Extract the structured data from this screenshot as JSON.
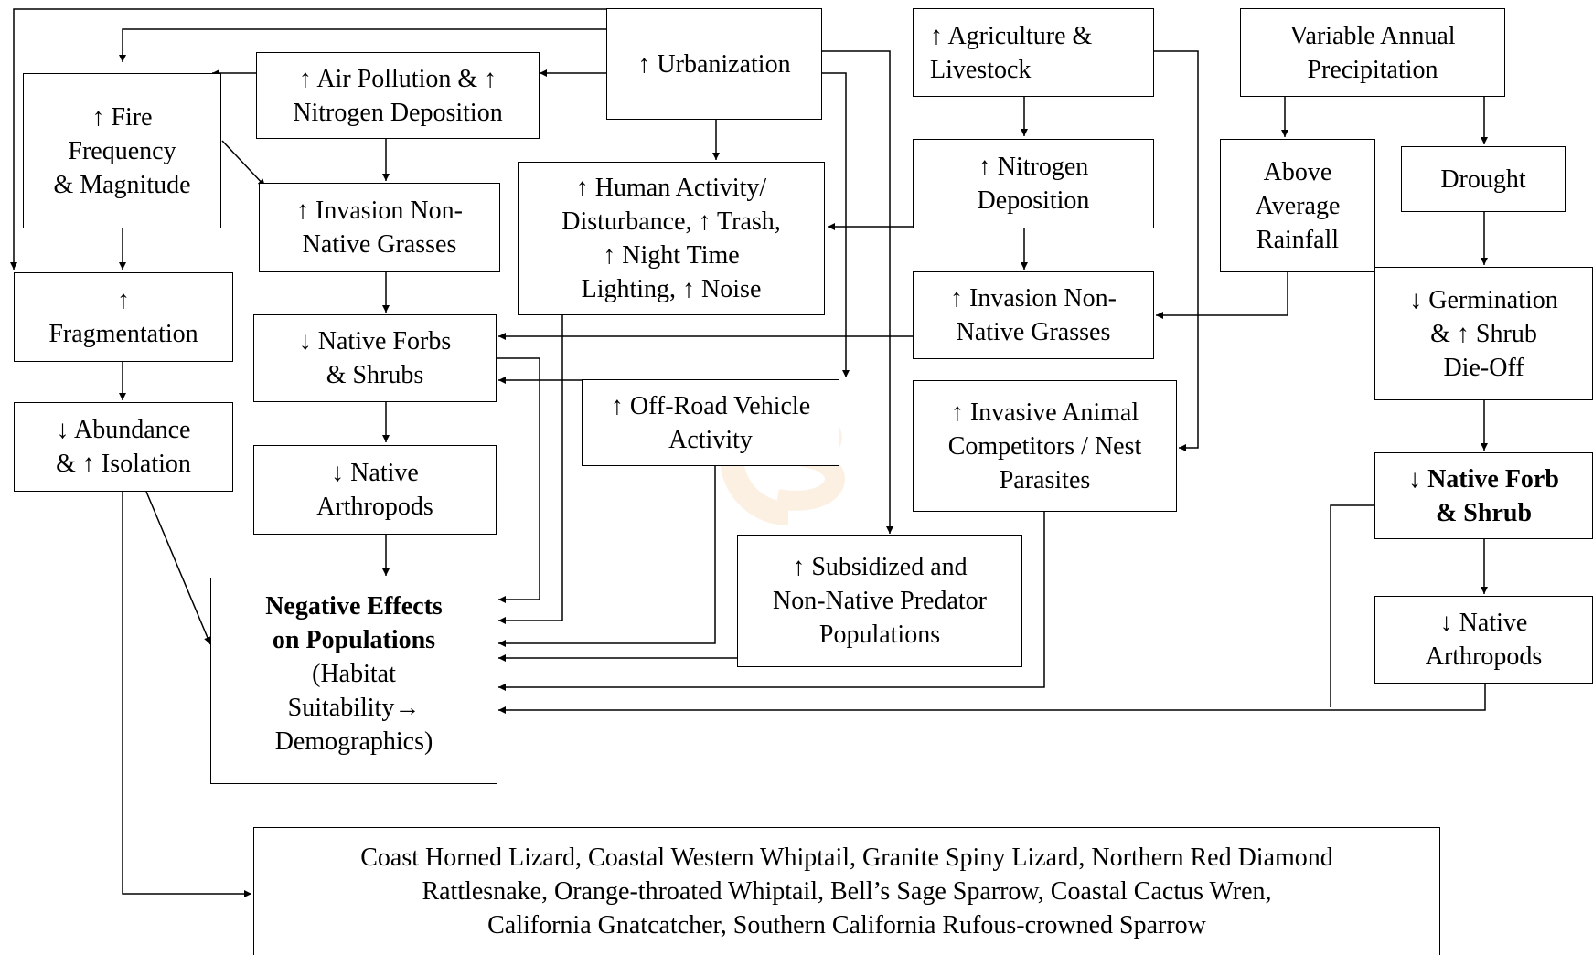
{
  "boxes": {
    "urbanization": [
      "↑ Urbanization"
    ],
    "air_pollution": [
      "↑ Air Pollution & ↑",
      "Nitrogen Deposition"
    ],
    "fire": [
      "↑ Fire",
      "Frequency",
      "& Magnitude"
    ],
    "invasion_left": [
      "↑ Invasion Non-",
      "Native Grasses"
    ],
    "human_activity": [
      "↑ Human Activity/",
      "Disturbance, ↑ Trash,",
      "↑ Night Time",
      "Lighting, ↑ Noise"
    ],
    "fragmentation": [
      "↑",
      "Fragmentation"
    ],
    "native_forbs_left": [
      "↓ Native Forbs",
      "& Shrubs"
    ],
    "abundance": [
      "↓ Abundance",
      "& ↑ Isolation"
    ],
    "off_road": [
      "↑ Off-Road Vehicle",
      "Activity"
    ],
    "native_arthropods_left": [
      "↓ Native",
      "Arthropods"
    ],
    "subsidized_predators": [
      "↑ Subsidized and",
      "Non-Native Predator",
      "Populations"
    ],
    "negative_effects": {
      "title_line1": "Negative Effects",
      "title_line2": "on Populations",
      "lines": [
        "(Habitat",
        "Suitability→",
        "Demographics)"
      ]
    },
    "agriculture": [
      "↑ Agriculture &",
      "Livestock"
    ],
    "nitrogen_deposition": [
      "↑ Nitrogen",
      "Deposition"
    ],
    "invasion_right": [
      "↑ Invasion Non-",
      "Native Grasses"
    ],
    "invasive_animals": [
      "↑ Invasive Animal",
      "Competitors / Nest",
      "Parasites"
    ],
    "variable_precip": [
      "Variable Annual",
      "Precipitation"
    ],
    "above_average_rainfall": [
      "Above",
      "Average",
      "Rainfall"
    ],
    "drought": [
      "Drought"
    ],
    "germination": [
      "↓ Germination",
      "& ↑ Shrub",
      "Die-Off"
    ],
    "native_forb_shrub_right": [
      "↓ Native Forb",
      "& Shrub"
    ],
    "native_arthropods_right": [
      "↓ Native",
      "Arthropods"
    ],
    "species_list": [
      "Coast Horned Lizard, Coastal Western Whiptail, Granite Spiny Lizard, Northern Red Diamond",
      "Rattlesnake, Orange-throated Whiptail, Bell’s Sage Sparrow, Coastal Cactus Wren,",
      "California Gnatcatcher, Southern California Rufous-crowned Sparrow"
    ]
  },
  "watermark_color": "#f2a65a"
}
